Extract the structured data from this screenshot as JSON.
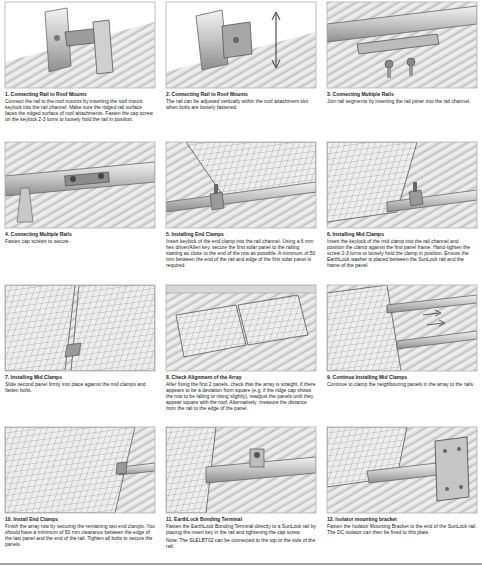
{
  "diagram": {
    "nodes": [
      {
        "text": [
          "1. Connecting Rail to Roof Mounts",
          "Connect the rail to the roof mounts by inserting the roof mount keylock into the rail channel. Make sure the ridged rail surface faces the ridged surface of roof attachments. Fasten the cap screw on the keylock 2-3 turns to loosely hold the rail in position."
        ]
      },
      {
        "text": [
          "2. Connecting Rail to Roof Mounts",
          "The rail can be adjusted vertically within the roof attachment slot when bolts are loosely fastened."
        ]
      },
      {
        "text": [
          "3. Connecting Multiple Rails",
          "Join rail segments by inserting the rail joiner into the rail channel."
        ]
      },
      {
        "text": [
          "4. Connecting Multiple Rails",
          "Fasten cap screws to secure."
        ]
      },
      {
        "text": [
          "5. Installing End Clamps",
          "Insert keylock of the end clamp into the rail channel. Using a 6 mm hex driver/Allen key, secure the first solar panel to the railing starting as close to the end of the row as possible. A minimum of 50 mm between the end of the rail and edge of the first solar panel is required."
        ]
      },
      {
        "text": [
          "6. Installing Mid Clamps",
          "Insert the keylock of the mid clamp into the rail channel and position the clamp against the first panel frame. Hand-tighten the screw 2-3 turns to loosely hold the clamp in position. Ensure the EarthLock washer is placed between the SunLock rail and the frame of the panel."
        ]
      },
      {
        "text": [
          "7. Installing Mid Clamps",
          "Slide second panel firmly into place against the mid clamps and fasten bolts."
        ]
      },
      {
        "text": [
          "8. Check Alignment of the Array",
          "After fixing the first 2 panels, check that the array is straight. If there appears to be a deviation from square (e.g. if the ridge cap shows the row to be falling or rising slightly), readjust the panels until they appear square with the roof. Alternatively, measure the distance from the rail to the edge of the panel."
        ]
      },
      {
        "text": [
          "9. Continue Installing Mid Clamps",
          "Continue to clamp the neighbouring panels in the array to the rails."
        ]
      },
      {
        "text": [
          "10. Install End Clamps",
          "Finish the array row by securing the remaining two end clamps. You should have a minimum of 50 mm clearance between the edge of the last panel and the end of the rail. Tighten all bolts to secure the panels."
        ]
      },
      {
        "text": [
          "11. EarthLock Bonding Terminal",
          "Fasten the EarthLock Bonding Terminal directly to a SunLock rail by placing the insert key in the rail and tightening the cap screw.",
          "Note: The SLELBT02 can be connected to the top or the side of the rail."
        ]
      },
      {
        "text": [
          "12. Isolator mounting bracket",
          "Fasten the Isolator Mounting Bracket to the end of the SunLock rail. The DC isolator can then be fixed to this plate."
        ]
      }
    ]
  }
}
